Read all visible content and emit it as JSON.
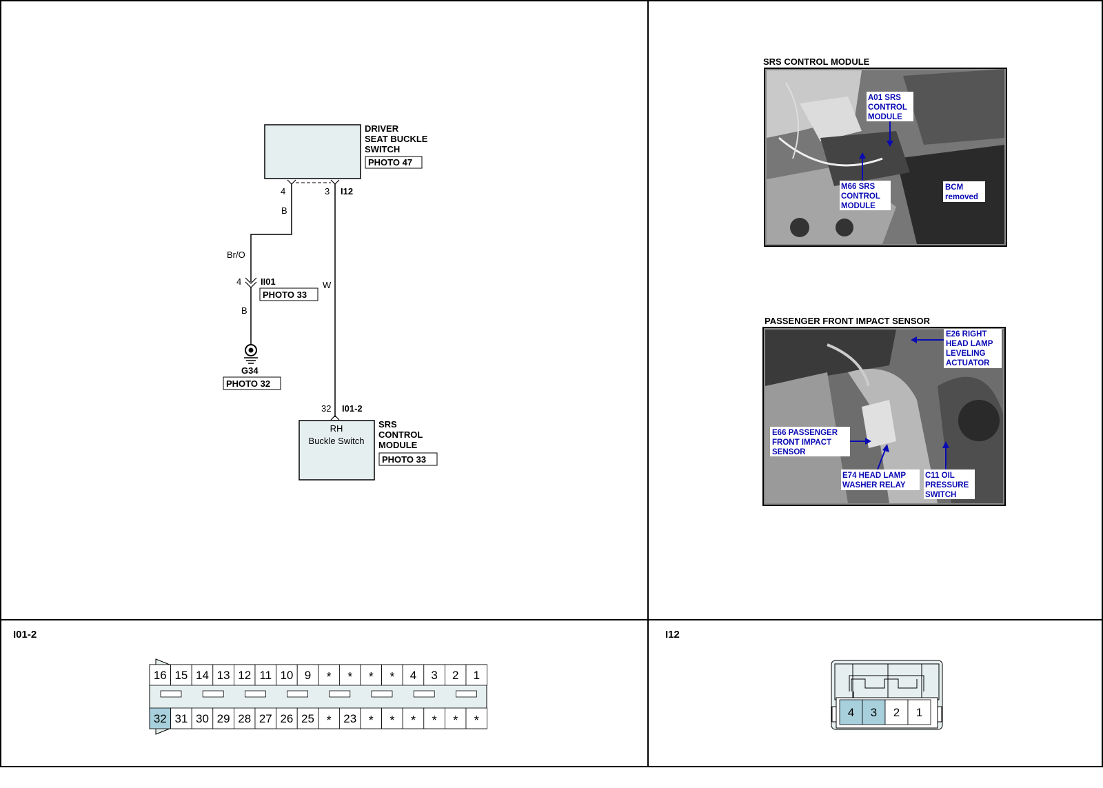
{
  "diagram": {
    "driver_switch": {
      "line1": "DRIVER",
      "line2": "SEAT BUCKLE",
      "line3": "SWITCH",
      "photo": "PHOTO 47"
    },
    "pin_4_top": "4",
    "pin_3_top": "3",
    "conn_i12": "I12",
    "wire_b_top": "B",
    "wire_bro": "Br/O",
    "pin_4_ii01": "4",
    "conn_ii01": "II01",
    "ii01_photo": "PHOTO 33",
    "wire_w": "W",
    "wire_b_bottom": "B",
    "ground": {
      "name": "G34",
      "photo": "PHOTO 32"
    },
    "pin_32": "32",
    "conn_i01_2": "I01-2",
    "srs_box": {
      "line1": "RH",
      "line2": "Buckle Switch"
    },
    "srs_label": {
      "line1": "SRS",
      "line2": "CONTROL",
      "line3": "MODULE",
      "photo": "PHOTO 33"
    }
  },
  "photos": {
    "srs": {
      "title": "SRS CONTROL MODULE",
      "callouts": {
        "a01": [
          "A01 SRS",
          "CONTROL",
          "MODULE"
        ],
        "m66": [
          "M66 SRS",
          "CONTROL",
          "MODULE"
        ],
        "bcm": [
          "BCM",
          "removed"
        ]
      }
    },
    "impact": {
      "title": "PASSENGER FRONT IMPACT SENSOR",
      "callouts": {
        "e26": [
          "E26 RIGHT",
          "HEAD LAMP",
          "LEVELING",
          "ACTUATOR"
        ],
        "e66": [
          "E66 PASSENGER",
          "FRONT IMPACT",
          "SENSOR"
        ],
        "e74": [
          "E74 HEAD LAMP",
          "WASHER RELAY"
        ],
        "c11": [
          "C11 OIL",
          "PRESSURE",
          "SWITCH"
        ]
      }
    }
  },
  "connectors": {
    "i01_2": {
      "title": "I01-2",
      "top_row": [
        "16",
        "15",
        "14",
        "13",
        "12",
        "11",
        "10",
        "9",
        "*",
        "*",
        "*",
        "*",
        "4",
        "3",
        "2",
        "1"
      ],
      "bottom_row": [
        "32",
        "31",
        "30",
        "29",
        "28",
        "27",
        "26",
        "25",
        "*",
        "23",
        "*",
        "*",
        "*",
        "*",
        "*",
        "*"
      ]
    },
    "i12": {
      "title": "I12",
      "pins": [
        "4",
        "3",
        "2",
        "1"
      ]
    }
  },
  "colors": {
    "highlight": "#a8d0dc",
    "box_fill": "#e6efef"
  }
}
